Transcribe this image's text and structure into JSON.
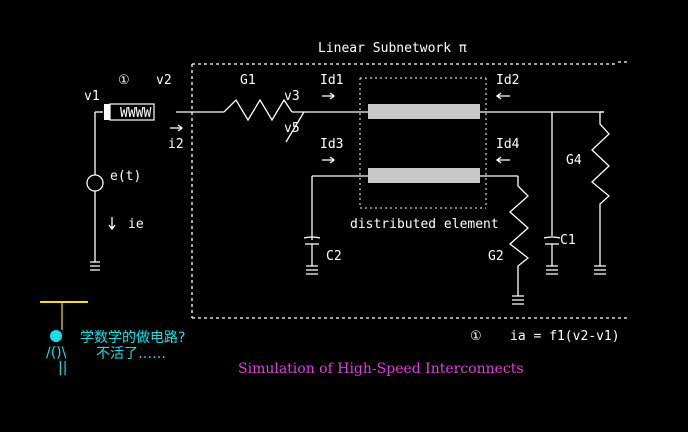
{
  "labels": {
    "subnetwork_title": "Linear Subnetwork π",
    "node1_marker": "①",
    "v1": "v1",
    "v2": "v2",
    "v3": "v3",
    "v5": "v5",
    "G1": "G1",
    "G2": "G2",
    "G4": "G4",
    "C1": "C1",
    "C2": "C2",
    "Id1": "Id1",
    "Id2": "Id2",
    "Id3": "Id3",
    "Id4": "Id4",
    "i2": "i2",
    "ie": "ie",
    "source": "e(t)",
    "nonlinear_box": "WWWW",
    "distributed_element": "distributed element",
    "equation_marker": "①",
    "equation": "ia = f1(v2-v1)",
    "caption": "Simulation of High-Speed Interconnects",
    "speech_line1": "学数学的做电路?",
    "speech_line2": "不活了……",
    "stick_figure_body": "/()\\",
    "stick_figure_legs": "||"
  },
  "colors": {
    "background": "#000000",
    "wire": "#ffffff",
    "line_block": "#c8c8c8",
    "cyan_text": "#19e0e6",
    "caption": "#e040d8",
    "stick_figure": "#f0e020"
  }
}
